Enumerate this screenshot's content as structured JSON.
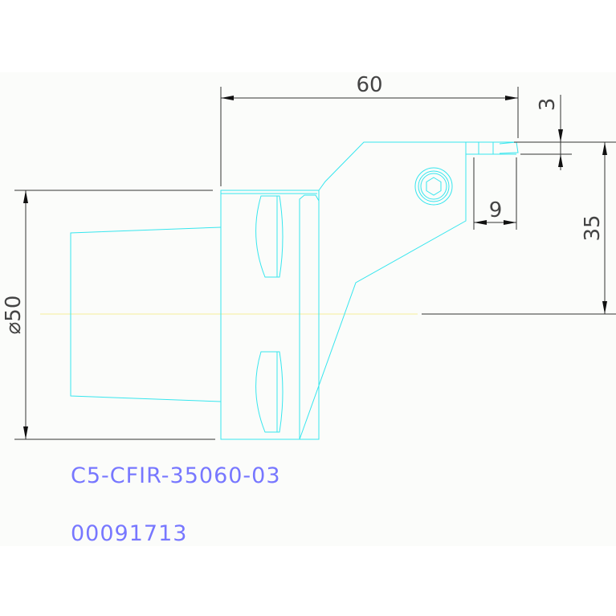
{
  "drawing": {
    "part_number": "C5-CFIR-35060-03",
    "item_code": "00091713",
    "dimensions": {
      "length": "60",
      "offset": "3",
      "height": "35",
      "insert_width": "9",
      "diameter": "⌀50"
    }
  },
  "colors": {
    "geometry": "#37e6ee",
    "dimension": "#333333",
    "centerline": "#f4ee9a",
    "label": "#7777ff",
    "background": "#fbfcfa"
  }
}
